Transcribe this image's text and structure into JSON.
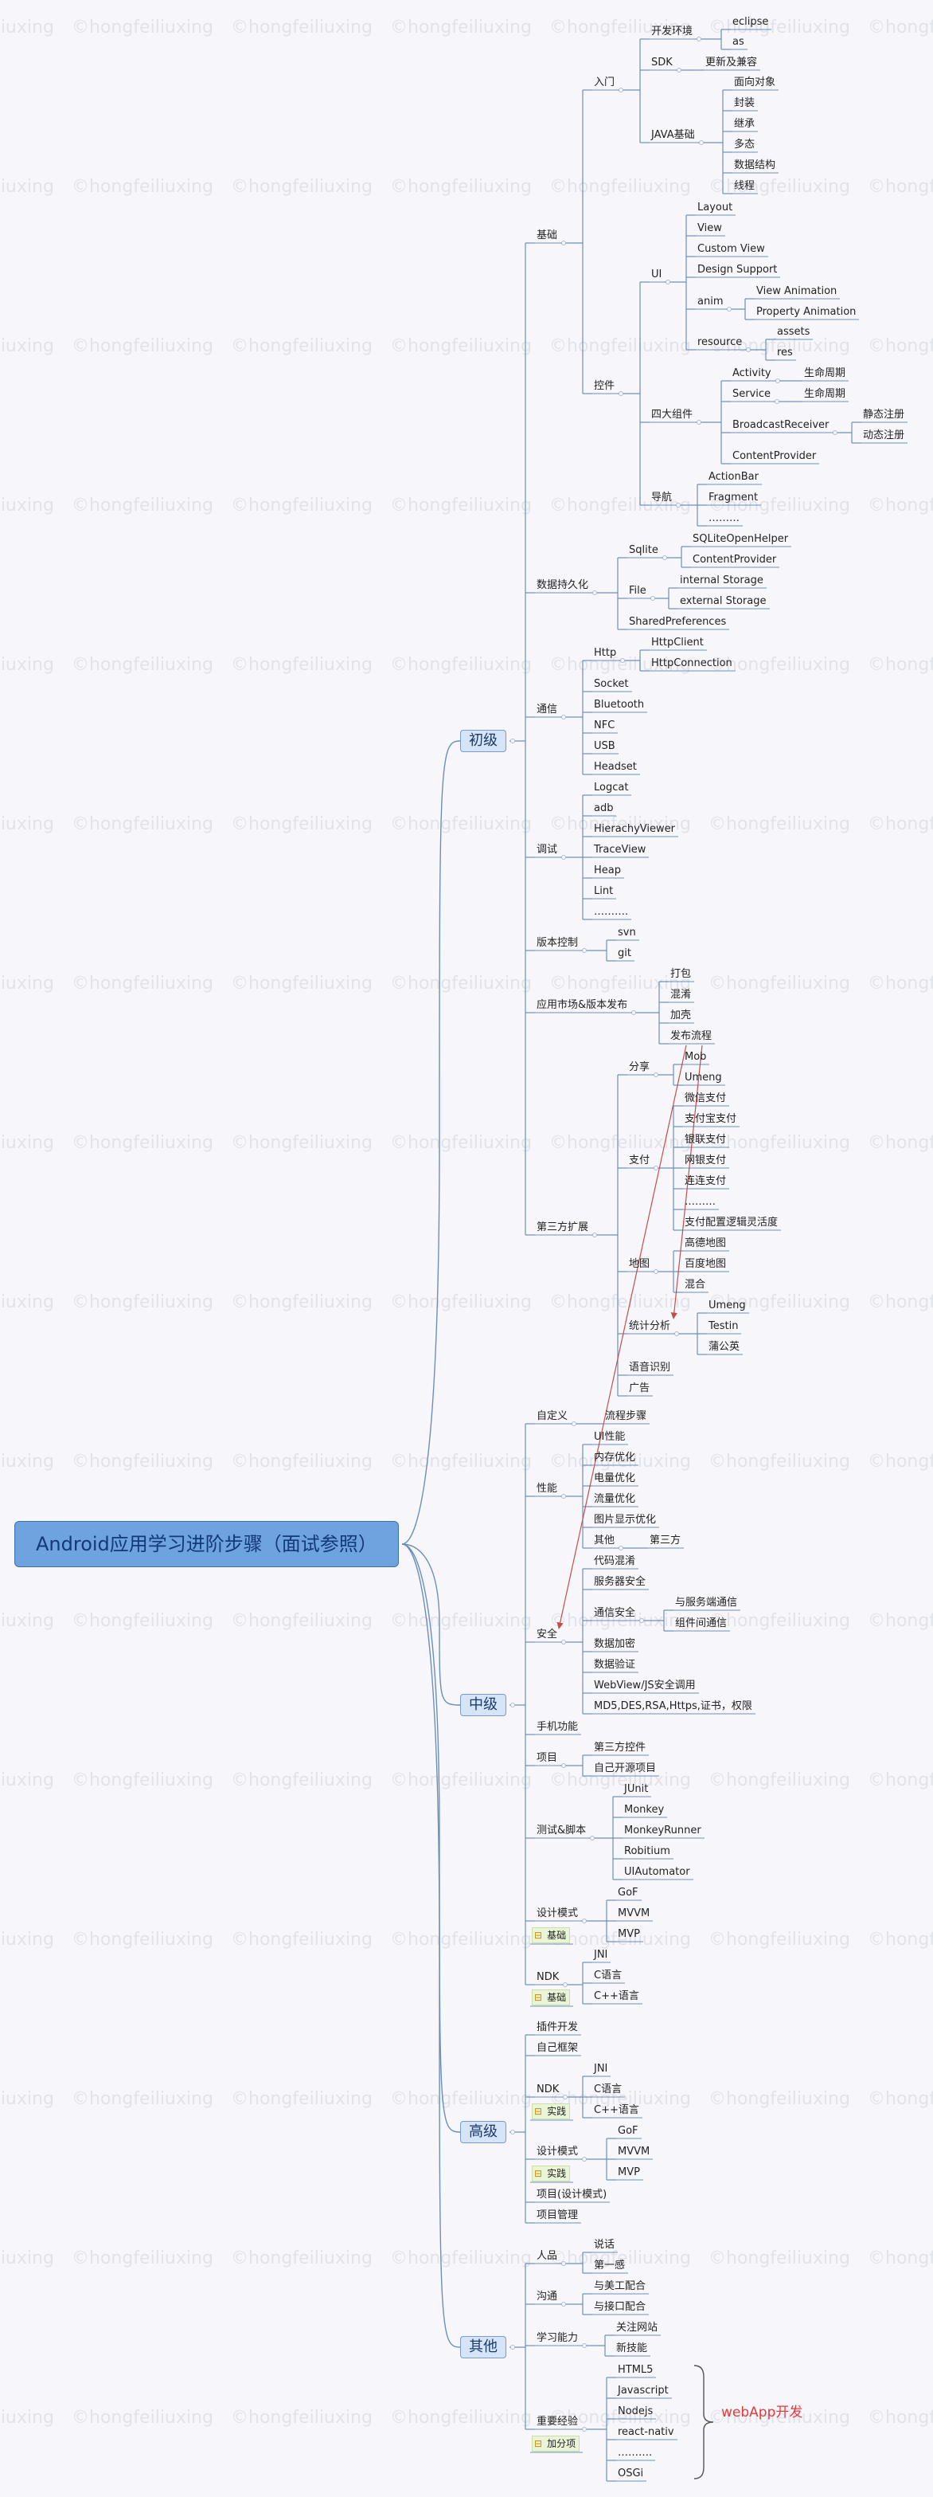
{
  "root": "Android应用学习进阶步骤（面试参照）",
  "watermark": "©hongfeiliuxing",
  "sections": {
    "basic": "初级",
    "mid": "中级",
    "adv": "高级",
    "other": "其他"
  },
  "basic": {
    "foundation": "基础",
    "intro": "入门",
    "devenv": "开发环境",
    "eclipse": "eclipse",
    "as": "as",
    "sdk": "SDK",
    "sdk_update": "更新及兼容",
    "java": "JAVA基础",
    "oop": "面向对象",
    "encap": "封装",
    "inherit": "继承",
    "poly": "多态",
    "ds": "数据结构",
    "thread": "线程",
    "widgets": "控件",
    "ui": "UI",
    "layout": "Layout",
    "view": "View",
    "custom_view": "Custom View",
    "design_support": "Design Support",
    "anim": "anim",
    "view_anim": "View Animation",
    "prop_anim": "Property Animation",
    "resource": "resource",
    "assets": "assets",
    "res": "res",
    "four": "四大组件",
    "activity": "Activity",
    "lifecycle1": "生命周期",
    "service": "Service",
    "lifecycle2": "生命周期",
    "broadcast": "BroadcastReceiver",
    "static_reg": "静态注册",
    "dynamic_reg": "动态注册",
    "provider": "ContentProvider",
    "nav": "导航",
    "actionbar": "ActionBar",
    "fragment": "Fragment",
    "nav_dots": "………",
    "persist": "数据持久化",
    "sqlite": "Sqlite",
    "sqliteopen": "SQLiteOpenHelper",
    "cprovider": "ContentProvider",
    "file": "File",
    "internal": "internal Storage",
    "external": "external Storage",
    "sharedpref": "SharedPreferences",
    "comm": "通信",
    "http": "Http",
    "httpclient": "HttpClient",
    "httpconn": "HttpConnection",
    "socket": "Socket",
    "bluetooth": "Bluetooth",
    "nfc": "NFC",
    "usb": "USB",
    "headset": "Headset",
    "debug": "调试",
    "logcat": "Logcat",
    "adb": "adb",
    "hierachy": "HierachyViewer",
    "traceview": "TraceView",
    "heap": "Heap",
    "lint": "Lint",
    "debug_dots": "……….",
    "vcs": "版本控制",
    "svn": "svn",
    "git": "git",
    "market": "应用市场&版本发布",
    "pack": "打包",
    "obf": "混淆",
    "harden": "加壳",
    "release": "发布流程",
    "third": "第三方扩展",
    "share": "分享",
    "mob": "Mob",
    "umeng1": "Umeng",
    "pay": "支付",
    "wechat_pay": "微信支付",
    "alipay": "支付宝支付",
    "unionpay": "银联支付",
    "netpay": "网银支付",
    "lianlian": "连连支付",
    "pay_dots": "………",
    "pay_cfg": "支付配置逻辑灵活度",
    "map": "地图",
    "amap": "高德地图",
    "baidu": "百度地图",
    "mixed": "混合",
    "stats": "统计分析",
    "umeng2": "Umeng",
    "testin": "Testin",
    "pgy": "蒲公英",
    "voice": "语音识别",
    "ads": "广告"
  },
  "mid": {
    "custom": "自定义",
    "flow": "流程步骤",
    "perf": "性能",
    "ui_perf": "UI性能",
    "mem": "内存优化",
    "power": "电量优化",
    "traffic": "流量优化",
    "img": "图片显示优化",
    "others": "其他",
    "third_party": "第三方",
    "security": "安全",
    "code_obf": "代码混淆",
    "svc_sec": "服务器安全",
    "comm_sec": "通信安全",
    "server_comm": "与服务端通信",
    "comp_comm": "组件间通信",
    "encrypt": "数据加密",
    "verify": "数据验证",
    "webview": "WebView/JS安全调用",
    "algos": "MD5,DES,RSA,Https,证书，权限",
    "phone": "手机功能",
    "project": "项目",
    "third_ctrl": "第三方控件",
    "own_proj": "自己开源项目",
    "test": "测试&脚本",
    "junit": "JUnit",
    "monkey": "Monkey",
    "monkeyrunner": "MonkeyRunner",
    "robotium": "Robitium",
    "uiauto": "UIAutomator",
    "pattern": "设计模式",
    "gof": "GoF",
    "mvvm": "MVVM",
    "mvp": "MVP",
    "tag_basic1": "基础",
    "ndk": "NDK",
    "jni": "JNI",
    "c": "C语言",
    "cpp": "C++语言",
    "tag_basic2": "基础"
  },
  "adv": {
    "plugin": "插件开发",
    "framework": "自己框架",
    "ndk": "NDK",
    "jni": "JNI",
    "c": "C语言",
    "cpp": "C++语言",
    "tag_prac1": "实践",
    "pattern": "设计模式",
    "gof": "GoF",
    "mvvm": "MVVM",
    "mvp": "MVP",
    "tag_prac2": "实践",
    "project_dp": "项目(设计模式)",
    "proj_mgmt": "项目管理"
  },
  "other": {
    "char": "人品",
    "speak": "说话",
    "first": "第一感",
    "commu": "沟通",
    "with_art": "与美工配合",
    "with_api": "与接口配合",
    "learn": "学习能力",
    "follow": "关注网站",
    "newtech": "新技能",
    "key": "重要经验",
    "html5": "HTML5",
    "js": "Javascript",
    "nodejs": "Nodejs",
    "rn": "react-nativ",
    "dots": "……….",
    "osgi": "OSGi",
    "bonus": "加分项",
    "webapp": "webApp开发"
  },
  "colors": {
    "line": "#6c8fb8",
    "root_bg": "#6fa3df",
    "l1_bg": "#d6e4f7",
    "tag_bg": "#eaf5d8",
    "red": "#e53a3a",
    "arrow": "#c0504d"
  }
}
